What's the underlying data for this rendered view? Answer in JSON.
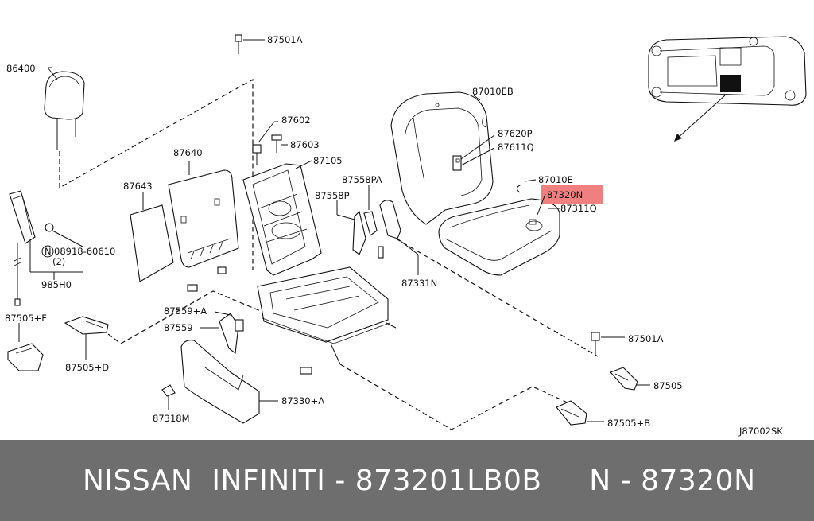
{
  "diagram": {
    "part_labels": {
      "p86400": "86400",
      "p87501A_top": "87501A",
      "p87602": "87602",
      "p87603": "87603",
      "p87105": "87105",
      "p87640": "87640",
      "p87643": "87643",
      "p08918": "08918-60610",
      "p08918_qty": "(2)",
      "p985H0": "985H0",
      "p87505F": "87505+F",
      "p87505D": "87505+D",
      "p87559A": "87559+A",
      "p87559": "87559",
      "p87558PA": "87558PA",
      "p87558P": "87558P",
      "p87331N": "87331N",
      "p87010EB": "87010EB",
      "p87620P": "87620P",
      "p87611Q": "87611Q",
      "p87010E": "87010E",
      "p87320N": "87320N",
      "p87311Q": "87311Q",
      "p87501A_right": "87501A",
      "p87505": "87505",
      "p87505B": "87505+B",
      "p87330A": "87330+A",
      "p87318M": "87318M",
      "diagram_code": "J87002SK"
    },
    "circle_n_symbol": "N",
    "highlight_color": "#f08080"
  },
  "footer": {
    "text": "NISSAN  INFINITI - 873201LB0B     N - 87320N"
  }
}
